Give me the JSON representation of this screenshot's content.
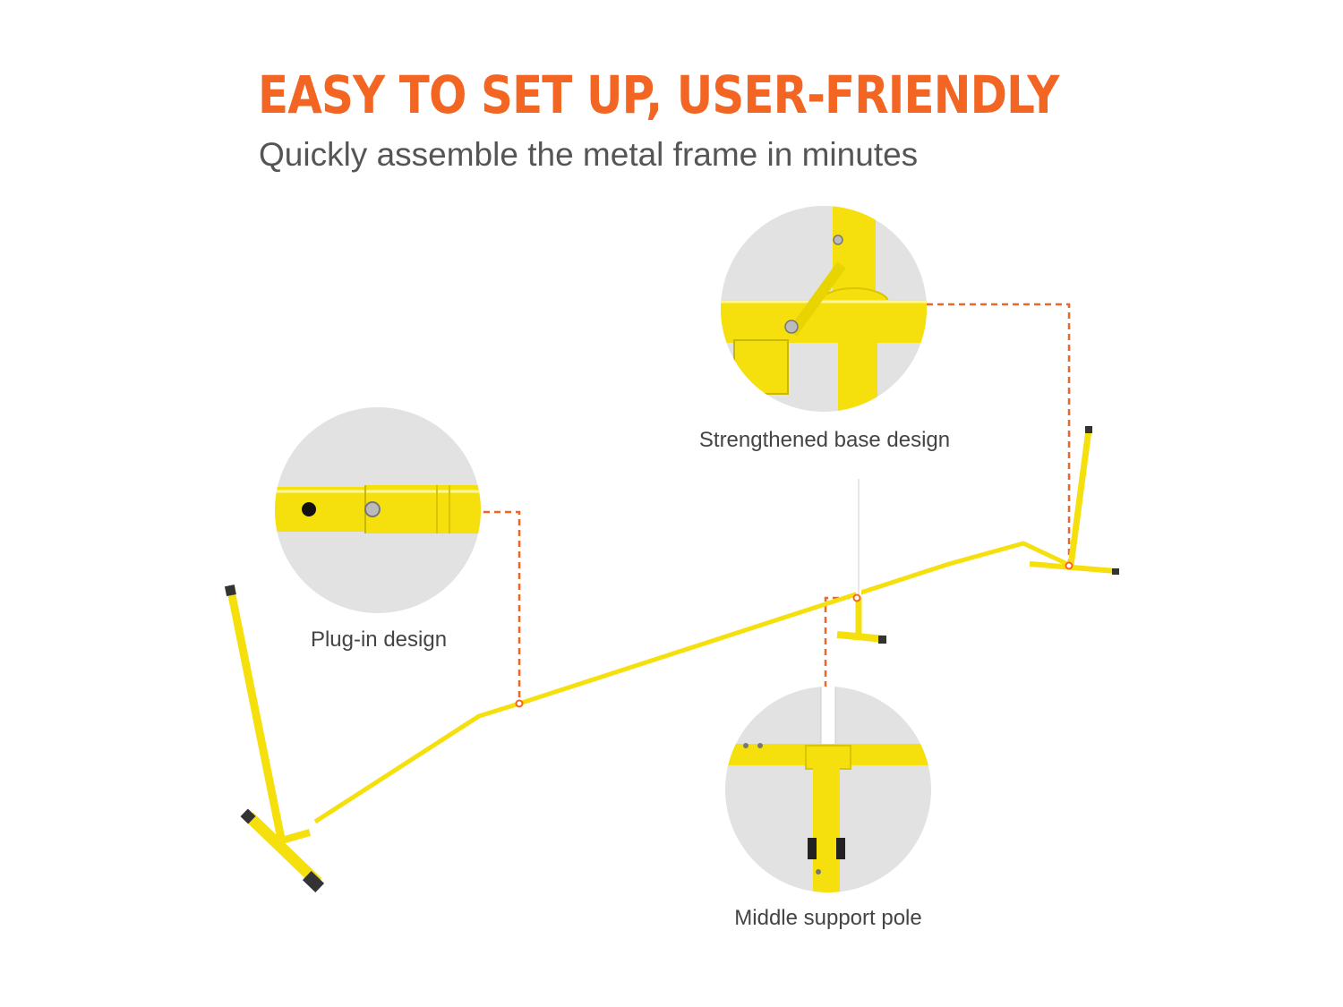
{
  "headline": "EASY TO SET UP, USER-FRIENDLY",
  "subheadline": "Quickly assemble the metal frame in minutes",
  "callouts": {
    "plug_in": "Plug-in design",
    "base": "Strengthened base design",
    "middle_pole": "Middle support pole"
  },
  "colors": {
    "accent": "#f26522",
    "frame": "#f5e00e",
    "circle_bg": "#e2e2e2",
    "text": "#555555"
  }
}
